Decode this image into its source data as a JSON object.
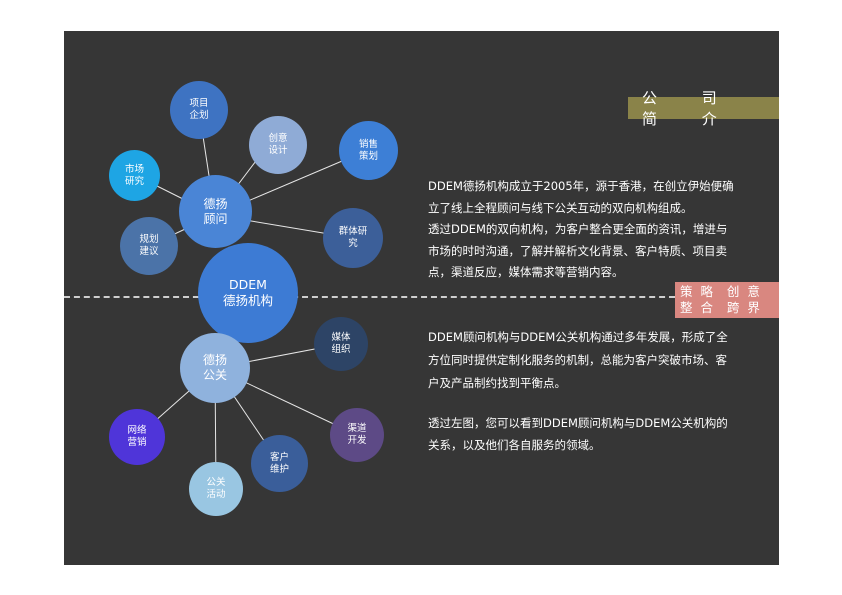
{
  "badge": {
    "title": "公 司 简 介"
  },
  "slogan": {
    "line1": "策 略  创 意",
    "line2": "整 合  跨 界"
  },
  "diagram": {
    "center": "DDEM\n德扬机构",
    "consulting": "德扬\n顾问",
    "pr": "德扬\n公关",
    "consulting_children": {
      "project": "项目\n企划",
      "creative": "创意\n设计",
      "sales": "销售\n策划",
      "market": "市场\n研究",
      "group": "群体研\n究",
      "planning": "规划\n建议"
    },
    "pr_children": {
      "media": "媒体\n组织",
      "channel": "渠道\n开发",
      "client": "客户\n维护",
      "activity": "公关\n活动",
      "online": "网络\n营销"
    }
  },
  "intro": {
    "lines": [
      "DDEM德扬机构成立于2005年，源于香港，在创立伊始便确",
      "立了线上全程顾问与线下公关互动的双向机构组成。",
      "透过DDEM的双向机构，为客户整合更全面的资讯，增进与",
      "市场的时时沟通，了解并解析文化背景、客户特质、项目卖",
      "点，渠道反应，媒体需求等营销内容。"
    ]
  },
  "detail": {
    "lines": [
      "DDEM顾问机构与DDEM公关机构通过多年发展，形成了全",
      "方位同时提供定制化服务的机制，总能为客户突破市场、客",
      "户及产品制约找到平衡点。"
    ]
  },
  "closing": {
    "lines": [
      "透过左图，您可以看到DDEM顾问机构与DDEM公关机构的",
      "关系，以及他们各自服务的领域。"
    ]
  },
  "colors": {
    "slide_bg": "#363636",
    "badge": "#8a8349",
    "slogan": "#d98780",
    "center_node": "#3d7bd4",
    "consulting_node": "#4a85d6",
    "pr_node": "#8fb2dd",
    "market_node": "#1ea5e4",
    "online_node": "#4f35d9",
    "channel_node": "#5d4a86"
  }
}
